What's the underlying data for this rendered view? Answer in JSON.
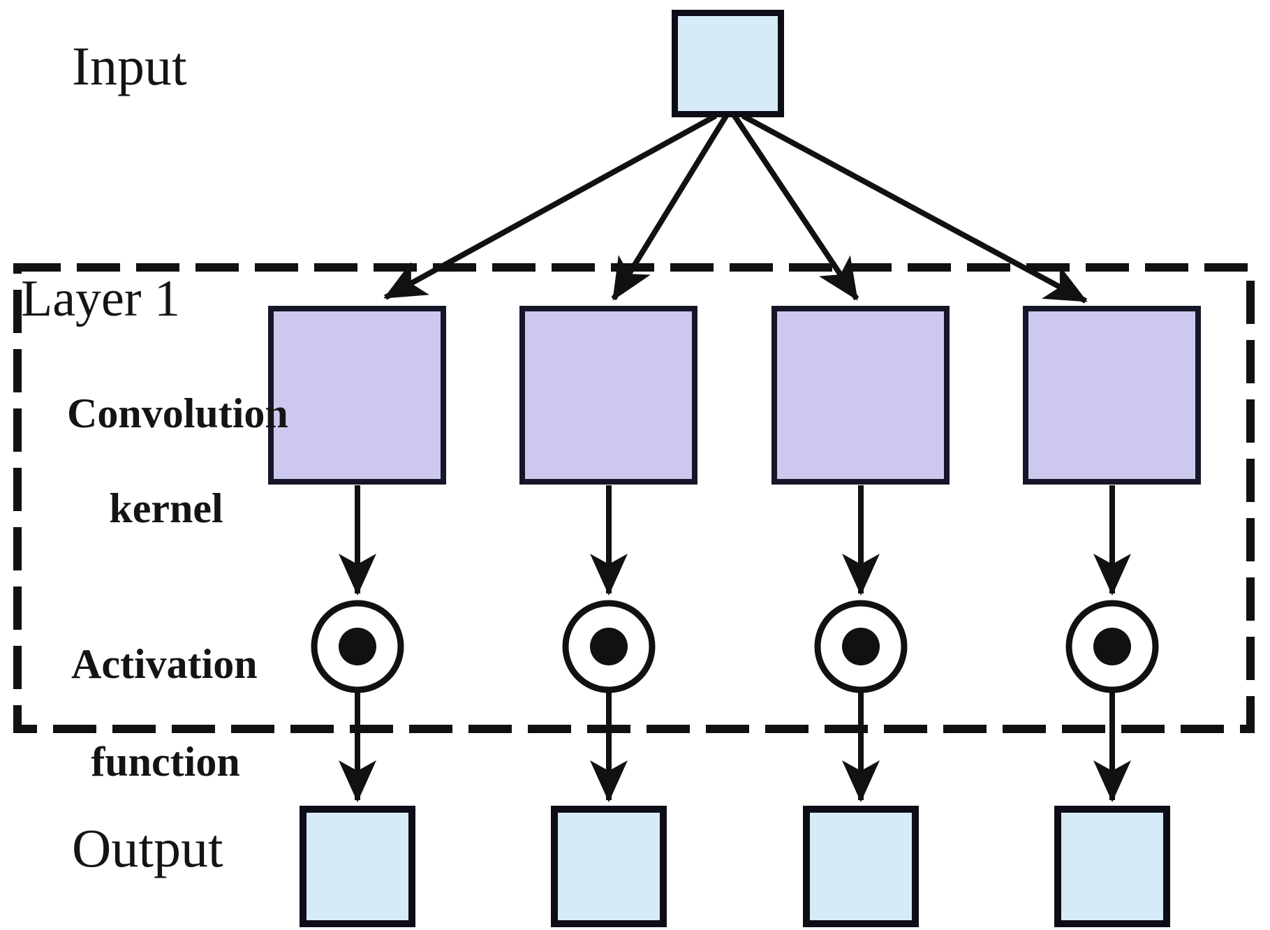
{
  "diagram": {
    "labels": {
      "input": "Input",
      "layer1": "Layer 1",
      "convolution_line1": "Convolution",
      "convolution_line2": "kernel",
      "activation_line1": "Activation",
      "activation_line2": "function",
      "output": "Output"
    },
    "structure": {
      "input_nodes": 1,
      "convolution_kernels": 4,
      "activation_functions": 4,
      "output_nodes": 4,
      "activation_symbol": "circled-dot",
      "layer_box_style": "dashed"
    },
    "colors": {
      "io_node_fill": "#d6eaf8",
      "kernel_fill": "#cdc9ee",
      "stroke": "#111111",
      "background": "#ffffff"
    }
  }
}
